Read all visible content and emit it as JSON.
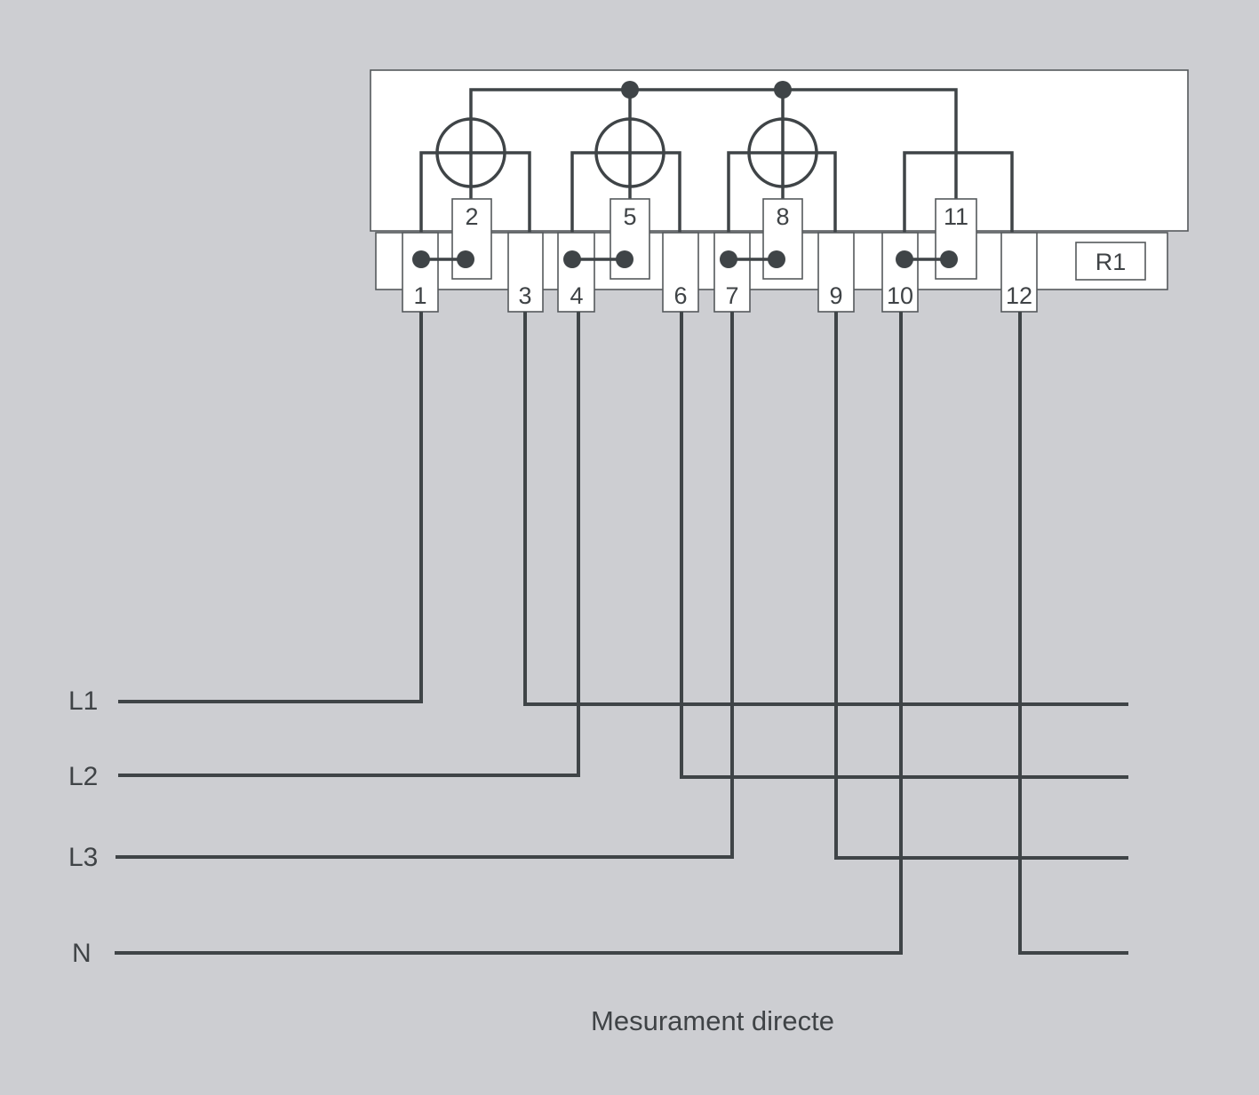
{
  "diagram": {
    "caption": "Mesurament directe",
    "lines": [
      {
        "id": "L1",
        "label": "L1"
      },
      {
        "id": "L2",
        "label": "L2"
      },
      {
        "id": "L3",
        "label": "L3"
      },
      {
        "id": "N",
        "label": "N"
      }
    ],
    "terminals": [
      "1",
      "2",
      "3",
      "4",
      "5",
      "6",
      "7",
      "8",
      "9",
      "10",
      "11",
      "12"
    ],
    "relay_label": "R1",
    "colors": {
      "background": "#cdced2",
      "wire": "#3f4447",
      "text": "#3f4346",
      "meter_body": "#ffffff"
    }
  }
}
